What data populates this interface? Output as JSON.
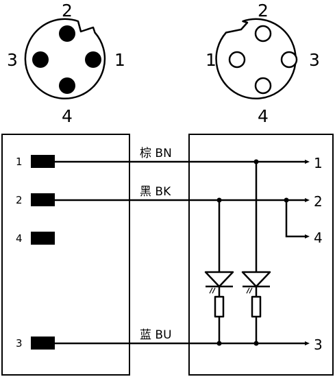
{
  "connector_male": {
    "label_top": "2",
    "label_left": "3",
    "label_right": "1",
    "label_bottom": "4"
  },
  "connector_female": {
    "label_top": "2",
    "label_left": "1",
    "label_right": "3",
    "label_bottom": "4"
  },
  "left_pins": [
    "1",
    "2",
    "4",
    "3"
  ],
  "right_terminals": [
    "1",
    "2",
    "4",
    "3"
  ],
  "wires": {
    "brown": "棕 BN",
    "black": "黑 BK",
    "blue": "蓝 BU"
  },
  "colors": {
    "line": "#000000",
    "background": "#ffffff"
  }
}
